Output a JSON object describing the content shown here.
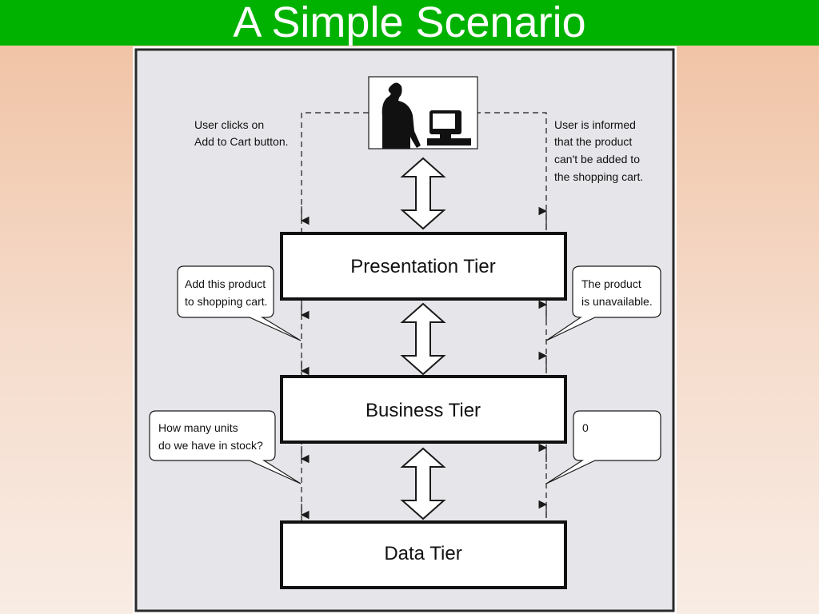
{
  "slide": {
    "title": "A Simple Scenario"
  },
  "diagram": {
    "tiers": [
      {
        "name": "Presentation Tier"
      },
      {
        "name": "Business Tier"
      },
      {
        "name": "Data Tier"
      }
    ],
    "notes": {
      "user_action": [
        "User clicks on",
        "Add to Cart button."
      ],
      "user_informed": [
        "User is informed",
        "that the product",
        "can't be added to",
        "the shopping cart."
      ]
    },
    "bubbles": {
      "add_product": [
        "Add this product",
        "to shopping cart."
      ],
      "unavailable": [
        "The product",
        "is unavailable."
      ],
      "units_query": [
        "How many units",
        "do we have in stock?"
      ],
      "stock_result": [
        "0"
      ]
    },
    "icons": [
      "user-at-computer-icon"
    ],
    "colors": {
      "title_bar": "#00b200",
      "panel": "#e6e6ea",
      "stroke": "#1a1a1a"
    }
  }
}
